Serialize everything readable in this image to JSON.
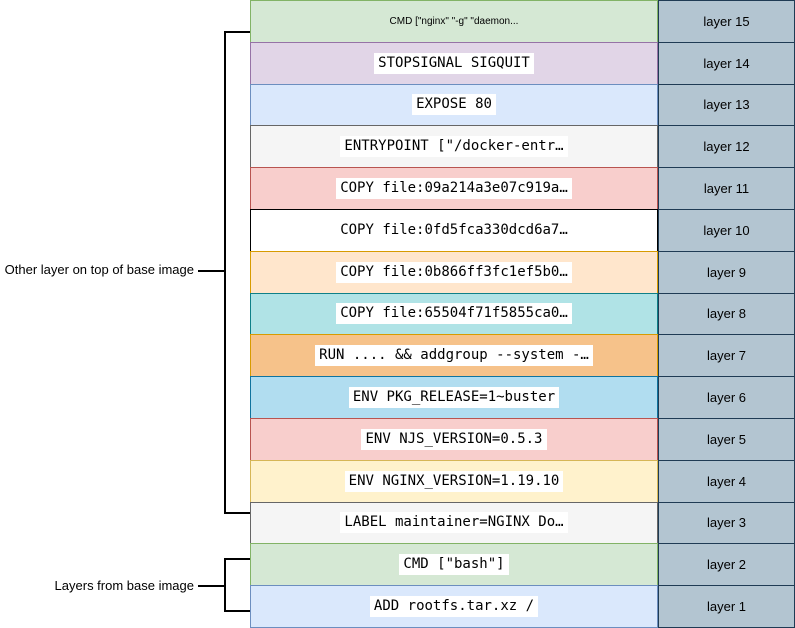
{
  "diagram": {
    "annotations": [
      {
        "label": "Other layer on top of base image"
      },
      {
        "label": "Layers from base image"
      }
    ],
    "index_column": {
      "fill": "#b3c5d1",
      "border": "#1f3b54"
    },
    "line_color": "#000000",
    "layers": [
      {
        "label": "layer 15",
        "command": "CMD [\"nginx\" \"-g\" \"daemon...",
        "fill": "#d5e8d4",
        "border": "#82b366",
        "text_style": "plain-small"
      },
      {
        "label": "layer 14",
        "command": "STOPSIGNAL SIGQUIT",
        "fill": "#e1d5e7",
        "border": "#9673a6",
        "text_style": "boxed-mono"
      },
      {
        "label": "layer 13",
        "command": "EXPOSE 80",
        "fill": "#dae8fc",
        "border": "#6c8ebf",
        "text_style": "boxed-mono"
      },
      {
        "label": "layer 12",
        "command": "ENTRYPOINT [\"/docker-entr…",
        "fill": "#f5f5f5",
        "border": "#666666",
        "text_style": "boxed-mono"
      },
      {
        "label": "layer 11",
        "command": "COPY file:09a214a3e07c919a…",
        "fill": "#f8cecc",
        "border": "#b85450",
        "text_style": "boxed-mono"
      },
      {
        "label": "layer 10",
        "command": "COPY file:0fd5fca330dcd6a7…",
        "fill": "#ffffff",
        "border": "#000000",
        "text_style": "boxed-mono"
      },
      {
        "label": "layer 9",
        "command": "COPY file:0b866ff3fc1ef5b0…",
        "fill": "#ffe6cc",
        "border": "#d79b00",
        "text_style": "boxed-mono"
      },
      {
        "label": "layer 8",
        "command": "COPY file:65504f71f5855ca0…",
        "fill": "#b0e3e6",
        "border": "#0e8088",
        "text_style": "boxed-mono"
      },
      {
        "label": "layer 7",
        "command": "RUN .... && addgroup --system -…",
        "fill": "#f6c28a",
        "border": "#d79b00",
        "text_style": "boxed-mono"
      },
      {
        "label": "layer 6",
        "command": "ENV PKG_RELEASE=1~buster",
        "fill": "#b1ddf0",
        "border": "#10739e",
        "text_style": "boxed-mono"
      },
      {
        "label": "layer 5",
        "command": "ENV NJS_VERSION=0.5.3",
        "fill": "#f8cecc",
        "border": "#b85450",
        "text_style": "boxed-mono"
      },
      {
        "label": "layer 4",
        "command": "ENV NGINX_VERSION=1.19.10",
        "fill": "#fff2cc",
        "border": "#d6b656",
        "text_style": "boxed-mono"
      },
      {
        "label": "layer 3",
        "command": "LABEL maintainer=NGINX Do…",
        "fill": "#f5f5f5",
        "border": "#666666",
        "text_style": "boxed-mono"
      },
      {
        "label": "layer 2",
        "command": "CMD [\"bash\"]",
        "fill": "#d5e8d4",
        "border": "#82b366",
        "text_style": "boxed-mono"
      },
      {
        "label": "layer 1",
        "command": "ADD rootfs.tar.xz /",
        "fill": "#dae8fc",
        "border": "#6c8ebf",
        "text_style": "boxed-mono"
      }
    ]
  }
}
